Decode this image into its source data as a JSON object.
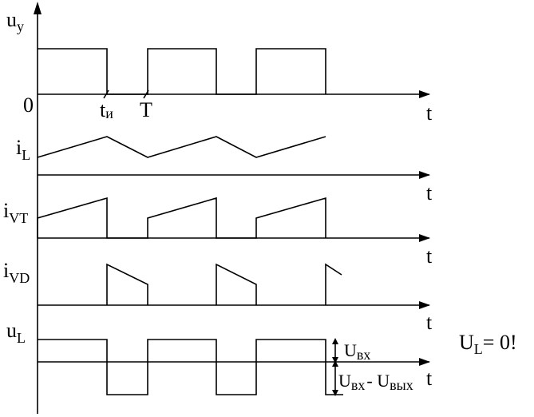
{
  "labels": {
    "uy": {
      "main": "u",
      "sub": "у"
    },
    "iL": {
      "main": "i",
      "sub": "L"
    },
    "iVT": {
      "main": "i",
      "sub": "VT"
    },
    "iVD": {
      "main": "i",
      "sub": "VD"
    },
    "uL": {
      "main": "u",
      "sub": "L"
    },
    "origin": "0",
    "t_axis": "t",
    "t_pulse": {
      "main": "t",
      "sub": "и"
    },
    "period": "T",
    "u_in": {
      "main": "U",
      "sub": "вх"
    },
    "u_diff": {
      "main1": "U",
      "sub1": "вх",
      "dash": "- ",
      "main2": "U",
      "sub2": "вых"
    },
    "note": {
      "main": "U",
      "sub": "L",
      "rest": "= 0!"
    }
  }
}
